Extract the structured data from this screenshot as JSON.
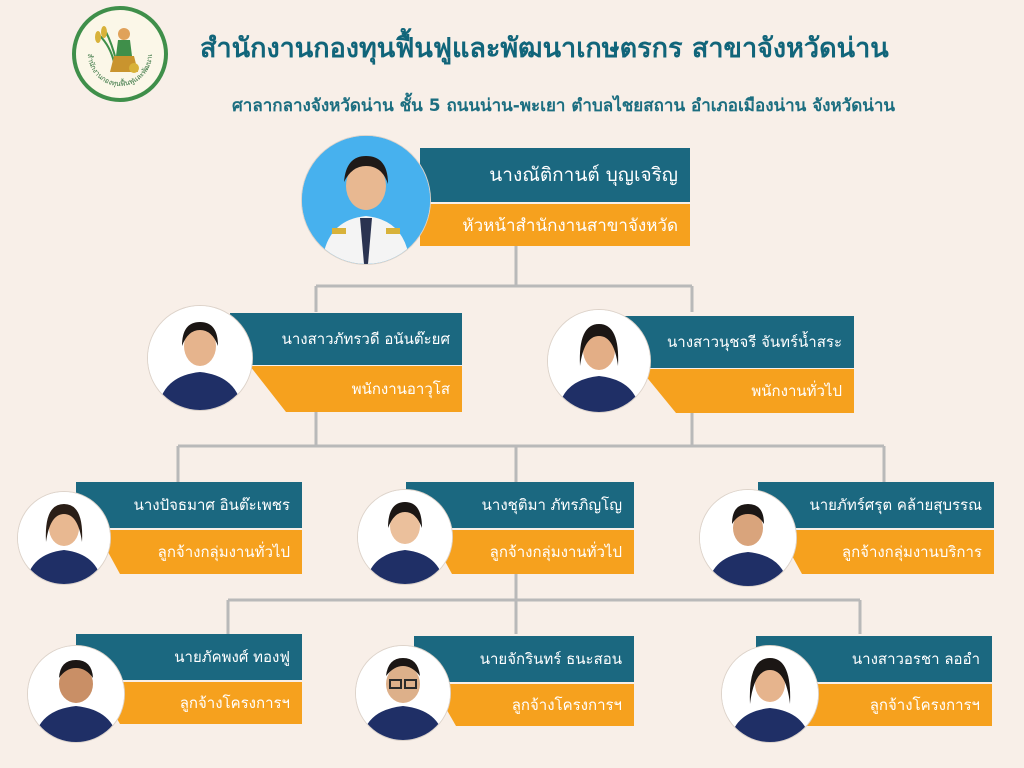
{
  "header": {
    "title": "สำนักงานกองทุนฟื้นฟูและพัฒนาเกษตรกร สาขาจังหวัดน่าน",
    "subtitle": "ศาลากลางจังหวัดน่าน ชั้น 5 ถนนน่าน-พะเยา ตำบลไชยสถาน อำเภอเมืองน่าน จังหวัดน่าน",
    "logo_text": "สำนักงานกองทุนฟื้นฟูและพัฒนาเกษตรกร"
  },
  "colors": {
    "name_bar": "#1b6880",
    "role_bar": "#f6a11e",
    "title": "#11657a",
    "background": "#f8efe8",
    "connector": "#b9b9b9"
  },
  "head": {
    "name": "นางณัติกานต์  บุญเจริญ",
    "role": "หัวหน้าสำนักงานสาขาจังหวัด"
  },
  "level2": [
    {
      "name": "นางสาวภัทรวดี อนันต๊ะยศ",
      "role": "พนักงานอาวุโส"
    },
    {
      "name": "นางสาวนุชจรี  จันทร์น้ำสระ",
      "role": "พนักงานทั่วไป"
    }
  ],
  "level3": [
    {
      "name": "นางปัจธมาศ อินต๊ะเพชร",
      "role": "ลูกจ้างกลุ่มงานทั่วไป"
    },
    {
      "name": "นางชุติมา ภัทรภิญโญ",
      "role": "ลูกจ้างกลุ่มงานทั่วไป"
    },
    {
      "name": "นายภัทร์ศรุต คล้ายสุบรรณ",
      "role": "ลูกจ้างกลุ่มงานบริการ"
    }
  ],
  "level4": [
    {
      "name": "นายภัคพงศ์ ทองฟู",
      "role": "ลูกจ้างโครงการฯ"
    },
    {
      "name": "นายจักรินทร์ ธนะสอน",
      "role": "ลูกจ้างโครงการฯ"
    },
    {
      "name": "นางสาวอรชา  ลออำ",
      "role": "ลูกจ้างโครงการฯ"
    }
  ]
}
